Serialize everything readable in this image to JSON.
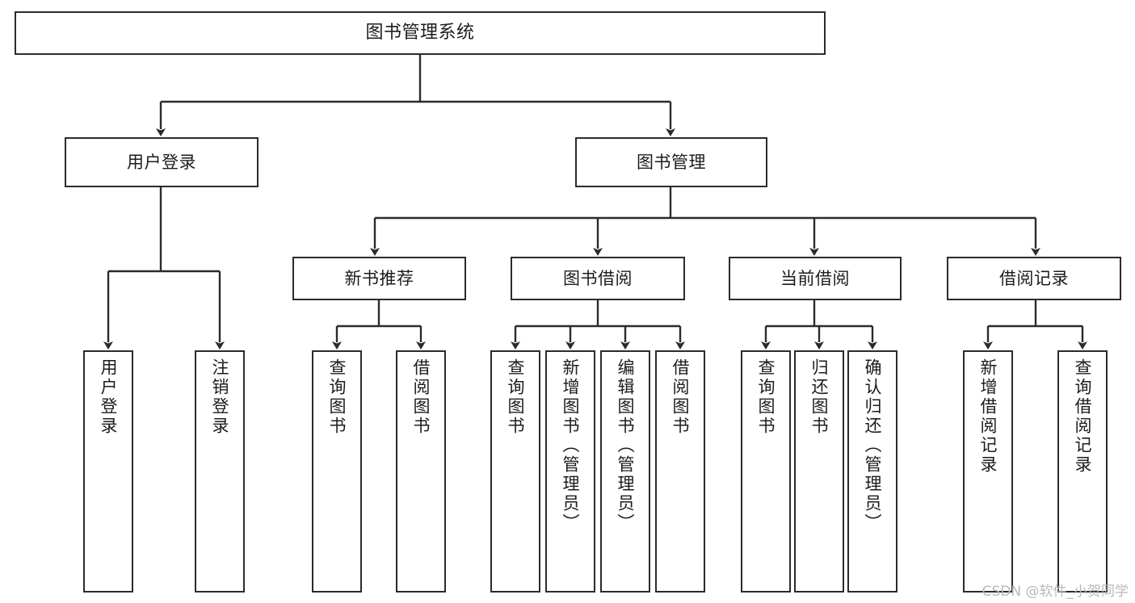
{
  "diagram": {
    "title": "图书管理系统",
    "type": "tree-hierarchy-diagram",
    "watermark": "CSDN @软件_小贺同学",
    "colors": {
      "box_border": "#2b2b2b",
      "box_fill": "#ffffff",
      "edge": "#2b2b2b",
      "text": "#1c1c1c",
      "watermark": "#b9b9b9",
      "background": "#ffffff"
    },
    "nodes": {
      "root": {
        "label": "图书管理系统"
      },
      "level2": [
        {
          "id": "user-login",
          "label": "用户登录"
        },
        {
          "id": "book-manage",
          "label": "图书管理"
        }
      ],
      "level3": [
        {
          "id": "new-book-recommend",
          "label": "新书推荐"
        },
        {
          "id": "book-borrow",
          "label": "图书借阅"
        },
        {
          "id": "current-borrow",
          "label": "当前借阅"
        },
        {
          "id": "borrow-record",
          "label": "借阅记录"
        }
      ],
      "leaves": {
        "user-login": [
          {
            "id": "leaf-user-login",
            "label": "用户登录"
          },
          {
            "id": "leaf-logout-login",
            "label": "注销登录"
          }
        ],
        "new-book-recommend": [
          {
            "id": "leaf-query-book-1",
            "label": "查询图书"
          },
          {
            "id": "leaf-borrow-book-1",
            "label": "借阅图书"
          }
        ],
        "book-borrow": [
          {
            "id": "leaf-query-book-2",
            "label": "查询图书"
          },
          {
            "id": "leaf-add-book-admin",
            "label": "新增图书（管理员）"
          },
          {
            "id": "leaf-edit-book-admin",
            "label": "编辑图书（管理员）"
          },
          {
            "id": "leaf-borrow-book-2",
            "label": "借阅图书"
          }
        ],
        "current-borrow": [
          {
            "id": "leaf-query-book-3",
            "label": "查询图书"
          },
          {
            "id": "leaf-return-book",
            "label": "归还图书"
          },
          {
            "id": "leaf-confirm-return-admin",
            "label": "确认归还（管理员）"
          }
        ],
        "borrow-record": [
          {
            "id": "leaf-add-borrow-record",
            "label": "新增借阅记录"
          },
          {
            "id": "leaf-query-borrow-record",
            "label": "查询借阅记录"
          }
        ]
      }
    }
  }
}
